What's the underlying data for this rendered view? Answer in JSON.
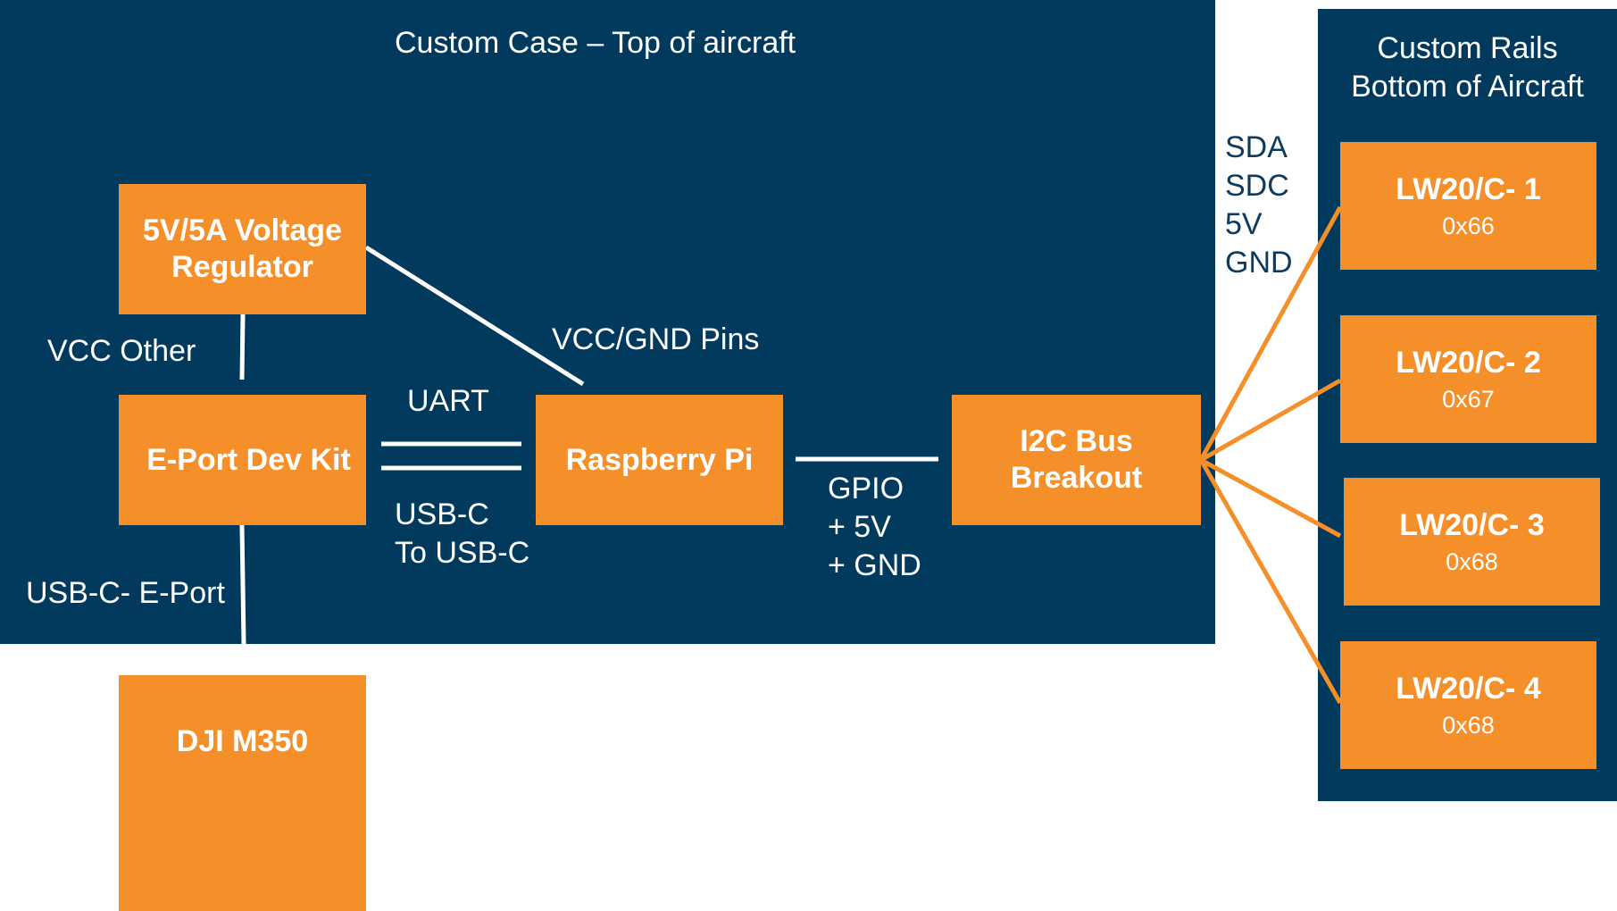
{
  "case": {
    "title": "Custom Case – Top of aircraft"
  },
  "rails": {
    "title_line1": "Custom Rails",
    "title_line2": "Bottom of Aircraft"
  },
  "boxes": {
    "regulator": {
      "line1": "5V/5A Voltage",
      "line2": "Regulator"
    },
    "eport": "E-Port Dev Kit",
    "pi": "Raspberry Pi",
    "i2c": {
      "line1": "I2C Bus",
      "line2": "Breakout"
    },
    "dji": "DJI M350",
    "sensors": [
      {
        "name": "LW20/C- 1",
        "addr": "0x66"
      },
      {
        "name": "LW20/C- 2",
        "addr": "0x67"
      },
      {
        "name": "LW20/C- 3",
        "addr": "0x68"
      },
      {
        "name": "LW20/C- 4",
        "addr": "0x68"
      }
    ]
  },
  "labels": {
    "vcc_other": "VCC Other",
    "vcc_gnd_pins": "VCC/GND Pins",
    "uart": "UART",
    "usbc_line1": "USB-C",
    "usbc_line2": "To USB-C",
    "gpio_line1": "GPIO",
    "gpio_line2": "+ 5V",
    "gpio_line3": "+ GND",
    "usbc_eport": "USB-C- E-Port",
    "bus_signals": [
      "SDA",
      "SDC",
      "5V",
      "GND"
    ]
  },
  "colors": {
    "panel": "#023a5e",
    "box": "#f58f29",
    "wire_white": "#ffffff",
    "wire_orange": "#f58f29"
  }
}
